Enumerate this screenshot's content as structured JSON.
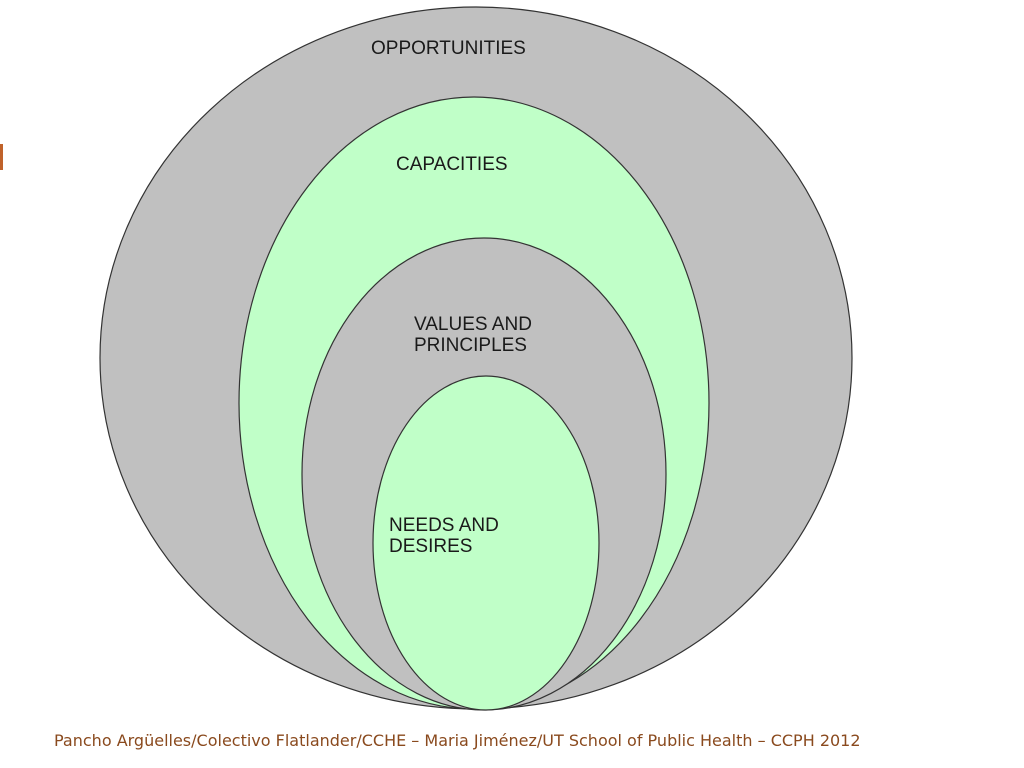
{
  "diagram": {
    "layers": [
      {
        "label_lines": [
          "OPPORTUNITIES"
        ],
        "fill": "#c0c0c0"
      },
      {
        "label_lines": [
          "CAPACITIES"
        ],
        "fill": "#c0ffc8"
      },
      {
        "label_lines": [
          "VALUES AND",
          "PRINCIPLES"
        ],
        "fill": "#c0c0c0"
      },
      {
        "label_lines": [
          "NEEDS AND",
          "DESIRES"
        ],
        "fill": "#c0ffc8"
      }
    ],
    "outline_color": "#333333"
  },
  "footer": {
    "credit": "Pancho Argüelles/Colectivo Flatlander/CCHE – Maria Jiménez/UT School of Public Health – CCPH 2012"
  },
  "accent_color": "#c0622a",
  "credit_color": "#8a4a1e"
}
